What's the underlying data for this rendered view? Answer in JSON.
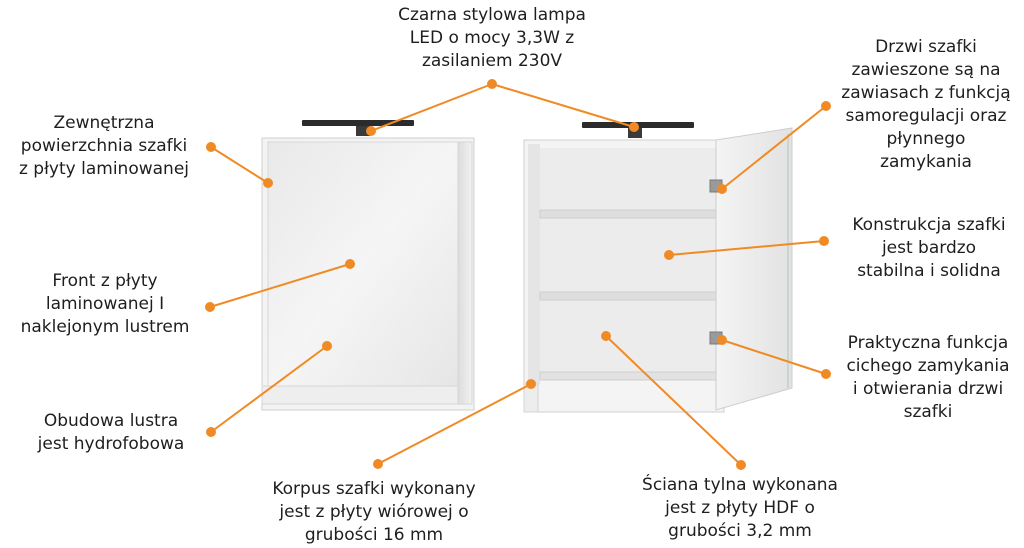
{
  "colors": {
    "accent": "#f08a24",
    "text": "#1e1e1e"
  },
  "labels": {
    "lamp": "Czarna stylowa lampa\nLED o mocy 3,3W z\nzasilaniem 230V",
    "outer_surface": "Zewnętrzna\npowierzchnia szafki\nz płyty laminowanej",
    "front": "Front z płyty\nlaminowanej I\nnaklejonym lustrem",
    "mirror_frame": "Obudowa lustra\njest hydrofobowa",
    "door_hinges": "Drzwi szafki\nzawieszone są na\nzawiasach z funkcją\nsamoregulacji oraz\npłynnego\nzamykania",
    "construction": "Konstrukcja szafki\njest bardzo\nstabilna i solidna",
    "soft_close": "Praktyczna funkcja\ncichego zamykania\ni otwierania drzwi\nszafki",
    "body": "Korpus szafki wykonany\njest z płyty wiórowej o\ngrubości 16 mm",
    "back_wall": "Ściana tylna wykonana\njest z płyty HDF o\ngrubości 3,2 mm"
  }
}
